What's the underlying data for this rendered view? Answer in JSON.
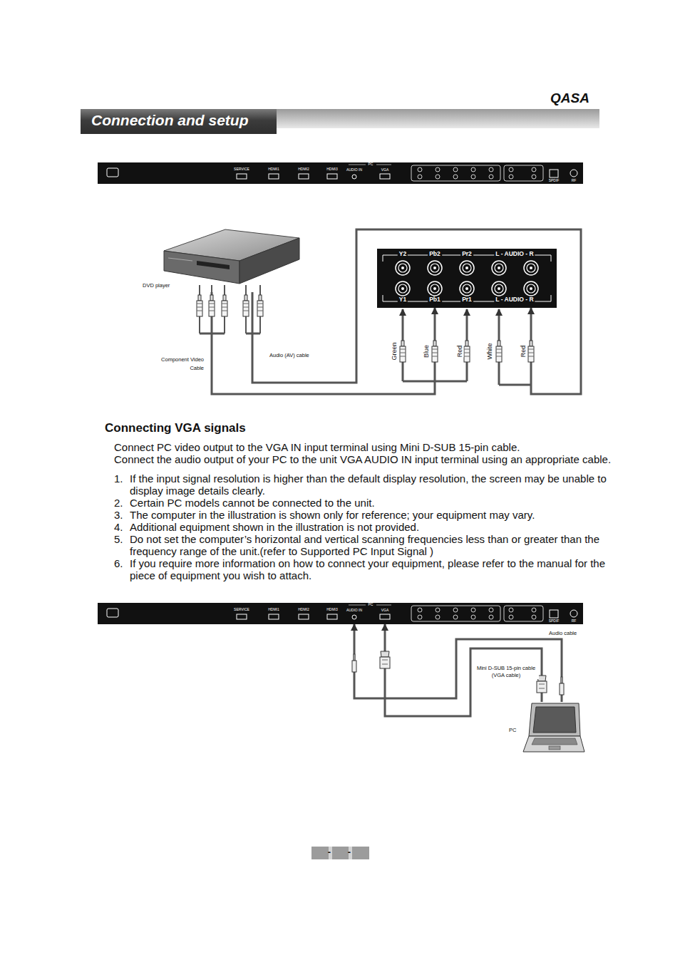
{
  "diagram": {
    "nodes": [
      {
        "text": [
          "Connection and setup"
        ]
      },
      {
        "text": [
          "SERVICE",
          "HDMI1",
          "HDMI2",
          "HDMI3",
          "PC",
          "AUDIO IN",
          "VGA",
          "SPDIF",
          "RF"
        ]
      },
      {
        "text": [
          "DVD player"
        ]
      },
      {
        "text": [
          "Y2",
          "Pb2",
          "Pr2",
          "L - AUDIO - R",
          "Y1",
          "Pb1",
          "Pr1",
          "L - AUDIO - R"
        ]
      },
      {
        "text": [
          "SERVICE",
          "HDMI1",
          "HDMI2",
          "HDMI3",
          "PC",
          "AUDIO IN",
          "VGA",
          "SPDIF",
          "RF"
        ]
      },
      {
        "text": [
          "PC"
        ]
      },
      {
        "text": [
          "-",
          "-"
        ]
      }
    ],
    "edges": [
      {
        "from": 2,
        "to": 3,
        "arrow": "to"
      },
      {
        "from": 2,
        "to": 3,
        "arrow": "to"
      },
      {
        "from": 5,
        "to": 4,
        "arrow": "to"
      },
      {
        "from": 5,
        "to": 4,
        "arrow": "to"
      }
    ],
    "labels": [
      "QASA",
      "Component Video Cable",
      "Audio (AV) cable",
      "Green",
      "Blue",
      "Red",
      "White",
      "Red",
      "Connecting VGA signals",
      "Connect PC video output to the VGA IN input terminal using Mini D-SUB 15-pin cable.",
      "Connect the audio output of your PC to the unit VGA AUDIO IN input terminal using an appropriate cable.",
      "1.",
      "If the input signal resolution is higher than the default display resolution, the screen may be unable to display image details clearly.",
      "2.",
      "Certain PC models cannot be connected to the unit.",
      "3.",
      "The computer in the illustration is shown only for reference; your equipment may vary.",
      "4.",
      "Additional equipment shown in the illustration is not provided.",
      "5.",
      "Do not set the computer’s horizontal and vertical scanning frequencies less than or greater than the frequency range of the unit.(refer to Supported PC Input Signal )",
      "6.",
      "If you require more information on how to connect your equipment, please refer to the manual for the piece of equipment you wish to attach.",
      "Audio cable",
      "Mini D-SUB 15-pin cable (VGA cable)"
    ]
  }
}
